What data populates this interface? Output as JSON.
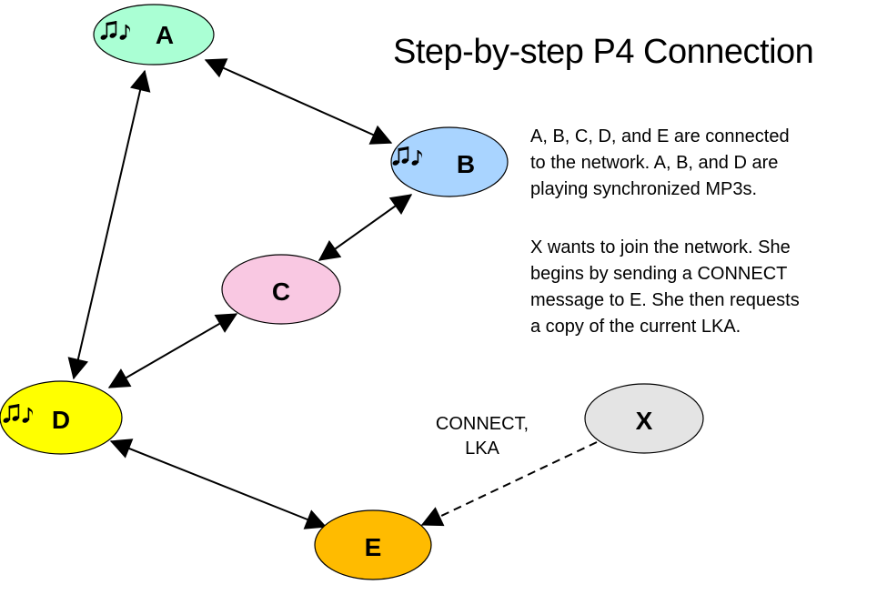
{
  "title": "Step-by-step P4 Connection",
  "nodes": [
    {
      "id": "A",
      "label": "A",
      "fill": "#aaffd4",
      "music": true
    },
    {
      "id": "B",
      "label": "B",
      "fill": "#a9d4ff",
      "music": true
    },
    {
      "id": "C",
      "label": "C",
      "fill": "#f9c8e2",
      "music": false
    },
    {
      "id": "D",
      "label": "D",
      "fill": "#ffff00",
      "music": true
    },
    {
      "id": "E",
      "label": "E",
      "fill": "#ffbb00",
      "music": false
    },
    {
      "id": "X",
      "label": "X",
      "fill": "#e4e4e4",
      "music": false
    }
  ],
  "edges": [
    {
      "from": "A",
      "to": "B",
      "style": "solid",
      "direction": "both"
    },
    {
      "from": "A",
      "to": "D",
      "style": "solid",
      "direction": "both"
    },
    {
      "from": "B",
      "to": "C",
      "style": "solid",
      "direction": "both"
    },
    {
      "from": "C",
      "to": "D",
      "style": "solid",
      "direction": "both"
    },
    {
      "from": "D",
      "to": "E",
      "style": "solid",
      "direction": "both"
    },
    {
      "from": "X",
      "to": "E",
      "style": "dashed",
      "direction": "forward"
    }
  ],
  "edge_label": {
    "line1": "CONNECT,",
    "line2": "LKA"
  },
  "description": {
    "paragraph1": [
      "A, B, C, D, and E are connected",
      "to the network. A, B, and D are",
      "playing synchronized MP3s."
    ],
    "paragraph2": [
      "X wants to join the network. She",
      "begins by sending a CONNECT",
      "message to E. She then requests",
      "a copy of the current LKA."
    ]
  },
  "icons": {
    "music": "music-notes-icon"
  }
}
